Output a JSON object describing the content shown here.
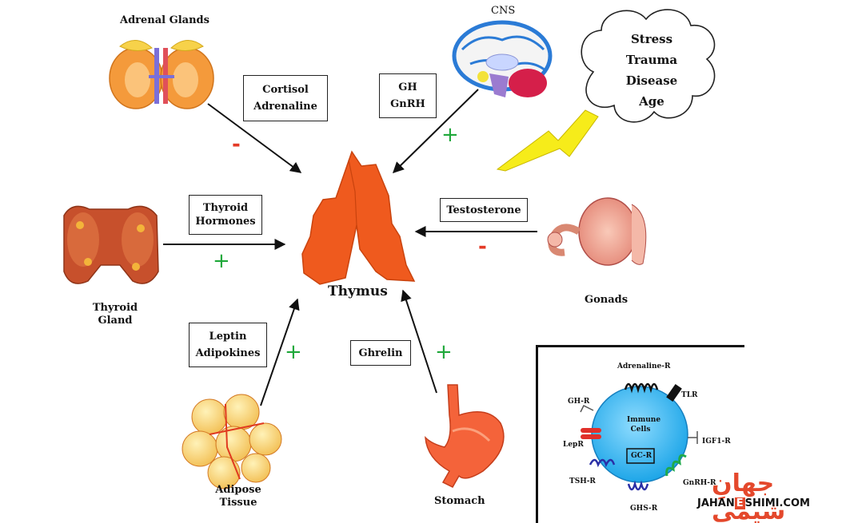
{
  "organs": {
    "adrenal": "Adrenal Glands",
    "cns": "CNS",
    "thyroid_line1": "Thyroid",
    "thyroid_line2": "Gland",
    "gonads": "Gonads",
    "adipose_line1": "Adipose",
    "adipose_line2": "Tissue",
    "stomach": "Stomach",
    "thymus": "Thymus"
  },
  "hormone_boxes": {
    "adrenal": [
      "Cortisol",
      "Adrenaline"
    ],
    "cns": [
      "GH",
      "GnRH"
    ],
    "thyroid": [
      "Thyroid",
      "Hormones"
    ],
    "gonads": [
      "Testosterone"
    ],
    "adipose": [
      "Leptin",
      "Adipokines"
    ],
    "stomach": [
      "Ghrelin"
    ]
  },
  "signs": {
    "adrenal": "-",
    "cns": "+",
    "thyroid": "+",
    "gonads": "-",
    "adipose": "+",
    "stomach": "+"
  },
  "stressors": [
    "Stress",
    "Trauma",
    "Disease",
    "Age"
  ],
  "immune_cell": {
    "title_line1": "Immune",
    "title_line2": "Cells",
    "nucleus_label": "GC-R",
    "receptors": {
      "adrenaline": "Adrenaline-R",
      "tlr": "TLR",
      "gh": "GH-R",
      "igf1": "IGF1-R",
      "lep": "LepR",
      "tsh": "TSH-R",
      "gnrh": "GnRH-R",
      "ghs": "GHS-R"
    }
  },
  "watermark": {
    "brand": "جهانِ شیمی",
    "url_prefix": "JAHAN",
    "url_mark": "E",
    "url_suffix": "SHIMI.COM"
  },
  "colors": {
    "positive": "#1fa83a",
    "negative": "#e43a26",
    "thymus": "#ef5a1e",
    "immune_cell": "#3ab6ee"
  }
}
